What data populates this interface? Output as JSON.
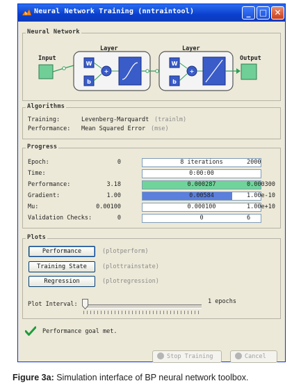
{
  "window": {
    "title": "Neural Network Training (nntraintool)",
    "minimize_glyph": "_",
    "maximize_glyph": "□",
    "close_glyph": "✕"
  },
  "neural_network": {
    "section_title": "Neural Network",
    "input_label": "Input",
    "output_label": "Output",
    "layer_label": "Layer",
    "weight_symbol": "W",
    "bias_symbol": "b",
    "sum_symbol": "+"
  },
  "algorithms": {
    "section_title": "Algorithms",
    "training_label": "Training:",
    "training_value": "Levenberg-Marquardt",
    "training_func": "(trainlm)",
    "performance_label": "Performance:",
    "performance_value": "Mean Squared Error",
    "performance_func": "(mse)"
  },
  "progress": {
    "section_title": "Progress",
    "rows": [
      {
        "label": "Epoch:",
        "start": "0",
        "current": "8 iterations",
        "target": "2000"
      },
      {
        "label": "Time:",
        "start": "",
        "current": "0:00:00",
        "target": ""
      },
      {
        "label": "Performance:",
        "start": "3.18",
        "current": "0.000287",
        "target": "0.000300"
      },
      {
        "label": "Gradient:",
        "start": "1.00",
        "current": "0.00584",
        "target": "1.00e-10"
      },
      {
        "label": "Mu:",
        "start": "0.00100",
        "current": "0.000100",
        "target": "1.00e+10"
      },
      {
        "label": "Validation Checks:",
        "start": "0",
        "current": "0",
        "target": "6"
      }
    ]
  },
  "plots": {
    "section_title": "Plots",
    "buttons": [
      {
        "label": "Performance",
        "func": "(plotperform)"
      },
      {
        "label": "Training State",
        "func": "(plottrainstate)"
      },
      {
        "label": "Regression",
        "func": "(plotregression)"
      }
    ],
    "interval_label": "Plot Interval:",
    "interval_value": "1 epochs"
  },
  "status": {
    "message": "Performance goal met."
  },
  "footer": {
    "stop_label": "Stop Training",
    "cancel_label": "Cancel"
  },
  "caption": {
    "prefix": "Figure 3a:",
    "text": " Simulation interface of BP neural network toolbox."
  },
  "colors": {
    "accent_green": "#6fd49a",
    "accent_blue": "#5b7fdc",
    "diagram_green": "#6fcf97",
    "diagram_blue": "#3a5cc8",
    "title_blue": "#0a3fcf"
  }
}
